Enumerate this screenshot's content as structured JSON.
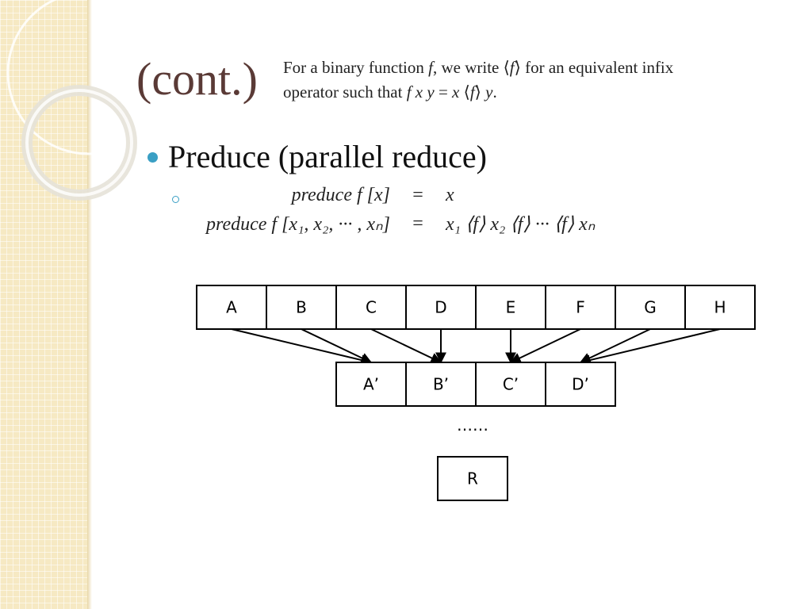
{
  "title": "(cont.)",
  "note": {
    "line1_parts": [
      "For a binary function ",
      "f",
      ", we write ⟨",
      "f",
      "⟩ for an equivalent infix"
    ],
    "line2_parts": [
      "operator such that ",
      "f x y",
      " = ",
      "x",
      " ⟨",
      "f",
      "⟩ ",
      "y",
      "."
    ]
  },
  "bullet": {
    "text": "Preduce (parallel reduce)"
  },
  "formula": {
    "rows": [
      {
        "lhs": "preduce f [x]",
        "eq": "=",
        "rhs": "x"
      },
      {
        "lhs": "preduce f [x₁, x₂, ··· , xₙ]",
        "eq": "=",
        "rhs": "x₁ ⟨f⟩ x₂ ⟨f⟩  ···  ⟨f⟩ xₙ"
      }
    ]
  },
  "diagram": {
    "top_row": [
      "A",
      "B",
      "C",
      "D",
      "E",
      "F",
      "G",
      "H"
    ],
    "middle_row": [
      "A’",
      "B’",
      "C’",
      "D’"
    ],
    "ellipsis": "……",
    "result": "R"
  }
}
